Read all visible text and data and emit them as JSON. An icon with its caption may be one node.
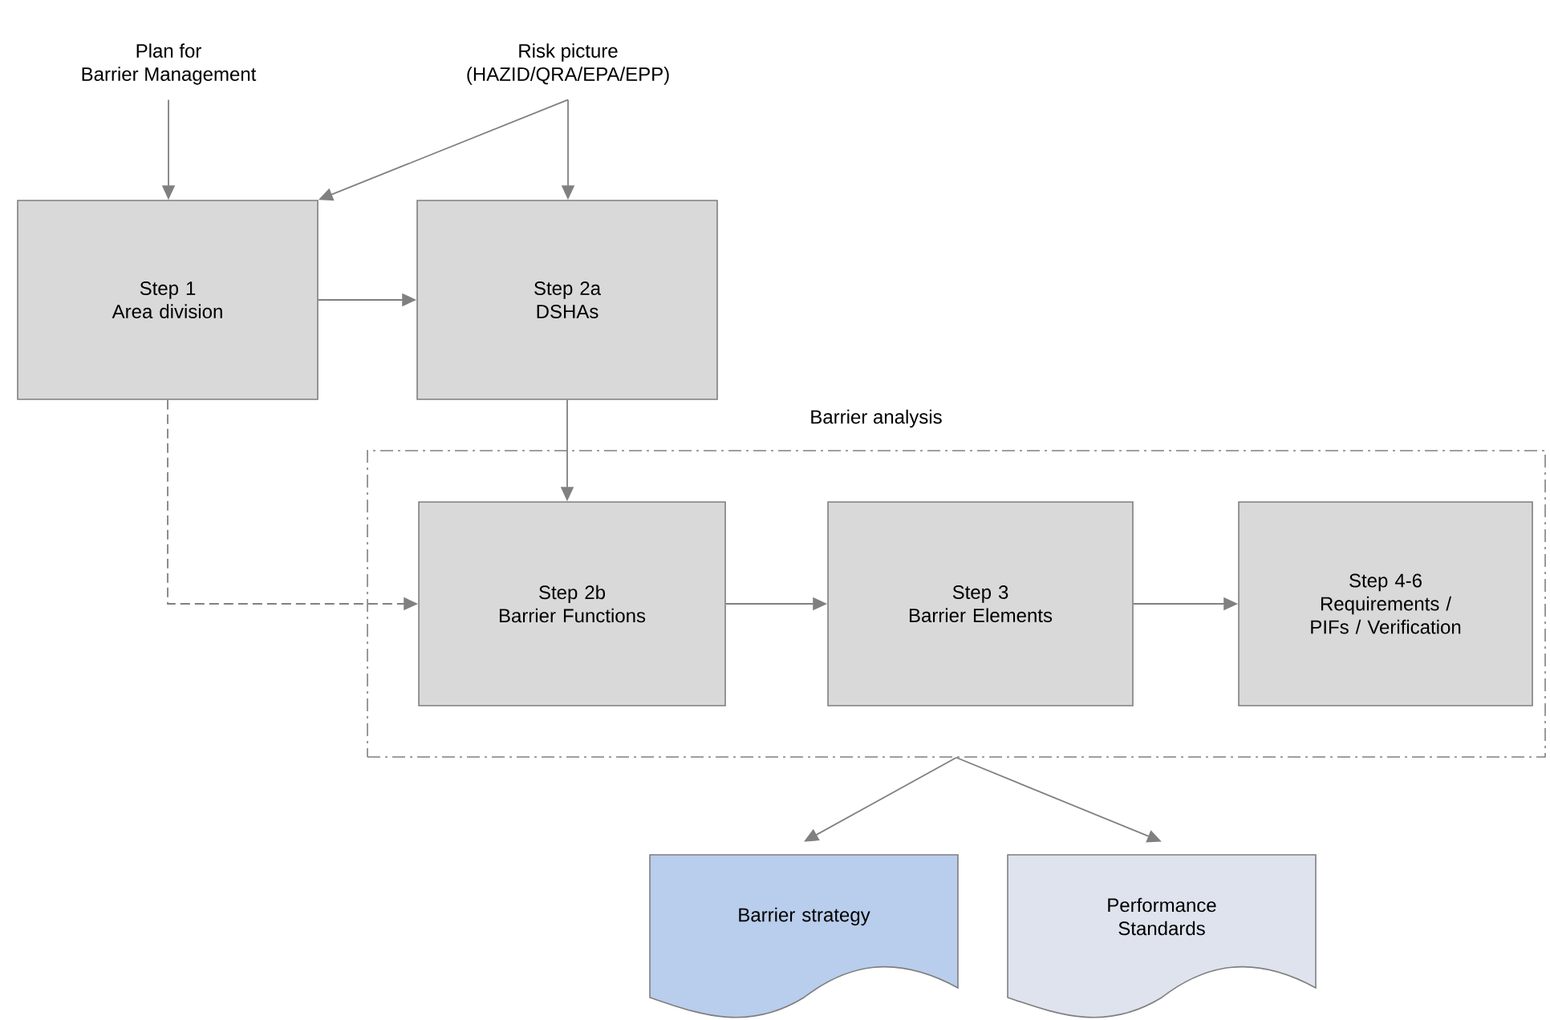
{
  "diagram": {
    "nodes": [
      {
        "text": [
          "Plan for",
          "Barrier Management"
        ]
      },
      {
        "text": [
          "Risk picture",
          "(HAZID/QRA/EPA/EPP)"
        ]
      },
      {
        "text": [
          "Step 1",
          "Area division"
        ]
      },
      {
        "text": [
          "Step 2a",
          "DSHAs"
        ]
      },
      {
        "text": [
          "Barrier analysis"
        ]
      },
      {
        "text": [
          "Step 2b",
          "Barrier Functions"
        ],
        "in": 4
      },
      {
        "text": [
          "Step 3",
          "Barrier Elements"
        ],
        "in": 4
      },
      {
        "text": [
          "Step 4-6",
          "Requirements / PIFs / Verification"
        ],
        "in": 4
      },
      {
        "text": [
          "Barrier strategy"
        ]
      },
      {
        "text": [
          "Performance Standards"
        ]
      }
    ],
    "edges": [
      {
        "from": 0,
        "to": 2,
        "arrow": "to"
      },
      {
        "from": 1,
        "to": 2,
        "arrow": "to"
      },
      {
        "from": 1,
        "to": 3,
        "arrow": "to"
      },
      {
        "from": 2,
        "to": 3,
        "arrow": "to"
      },
      {
        "from": 3,
        "to": 5,
        "arrow": "to"
      },
      {
        "from": 2,
        "to": 5,
        "arrow": "to",
        "style": "dashed"
      },
      {
        "from": 5,
        "to": 6,
        "arrow": "to"
      },
      {
        "from": 6,
        "to": 7,
        "arrow": "to"
      },
      {
        "from": 4,
        "to": 8,
        "arrow": "to"
      },
      {
        "from": 4,
        "to": 9,
        "arrow": "to"
      }
    ]
  }
}
